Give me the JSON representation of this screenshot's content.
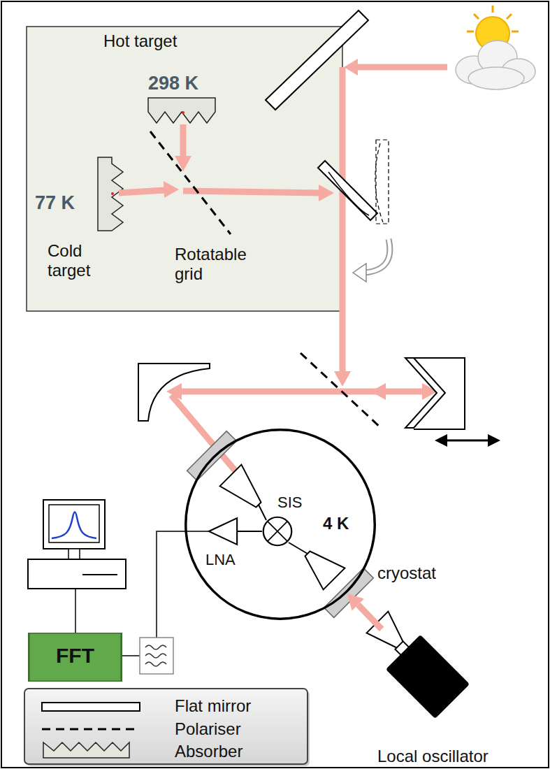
{
  "diagram": {
    "nodes": [
      {
        "text": [
          "Hot target",
          "298 K"
        ]
      },
      {
        "text": [
          "77 K",
          "Cold target"
        ]
      },
      {
        "text": [
          "4 K",
          "cryostat"
        ]
      },
      {
        "text": [
          "SIS"
        ],
        "in": 2
      },
      {
        "text": [
          "LNA"
        ],
        "in": 2
      },
      {
        "text": [
          "FFT"
        ]
      },
      {
        "text": [
          "Local oscillator"
        ]
      }
    ],
    "edges": [
      {
        "from": 3,
        "to": 4,
        "arrow": "none"
      },
      {
        "from": 6,
        "to": 2,
        "arrow": "to"
      }
    ],
    "labels": [
      "Rotatable grid"
    ],
    "legend": [
      {
        "text": "Flat mirror"
      },
      {
        "text": "Polariser"
      },
      {
        "text": "Absorber"
      }
    ]
  }
}
